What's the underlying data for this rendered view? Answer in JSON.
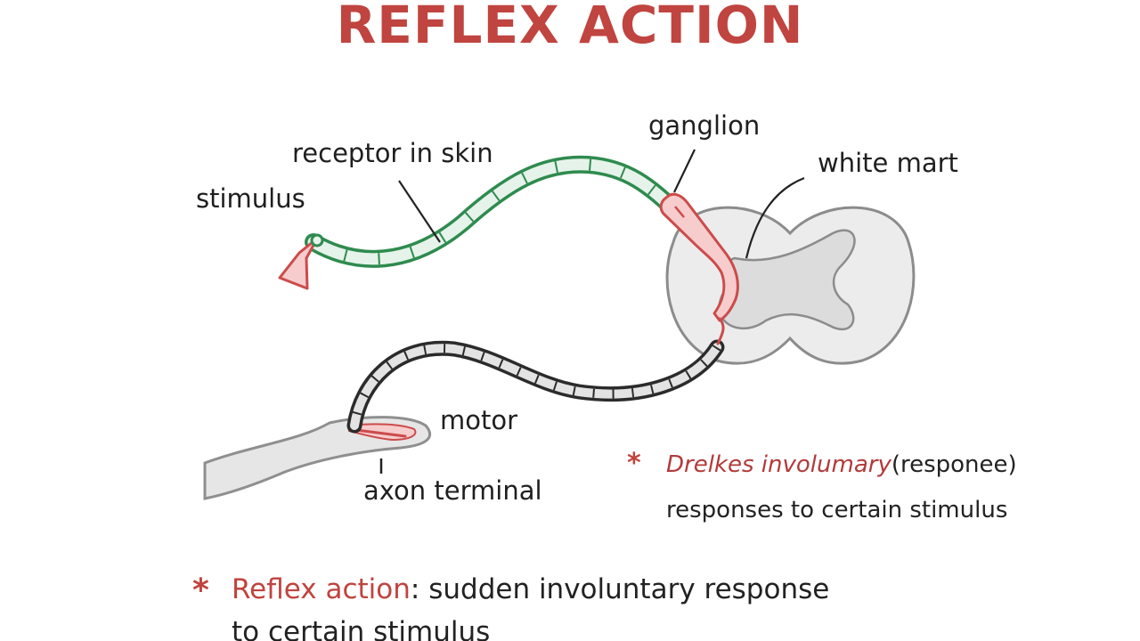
{
  "title": "REFLEX ACTION",
  "labels": {
    "stimulus": "stimulus",
    "receptor": "receptor in skin",
    "ganglion": "ganglion",
    "white_matter": "white mart",
    "motor": "motor",
    "axon_terminal": "axon terminal"
  },
  "note": {
    "star": "*",
    "line1_red": "Drelkes involumary",
    "line1_black": "(responee)",
    "line2": "responses to certain stimulus"
  },
  "definition": {
    "star": "*",
    "term": "Reflex action",
    "colon": ":",
    "line1_rest": " sudden involuntary response",
    "line2": "to certain stimulus"
  },
  "colors": {
    "title_red": "#c0443f",
    "sensory_green": "#2e8b4e",
    "sensory_fill": "#e6f3ea",
    "motor_dark": "#2b2b2b",
    "motor_fill": "#e3e3e3",
    "ganglion_red": "#cc4b4b",
    "ganglion_fill": "#f6cccc",
    "cord_outline": "#8c8c8c",
    "cord_fill": "#ececec",
    "grey_matter_fill": "#dcdcdc"
  }
}
